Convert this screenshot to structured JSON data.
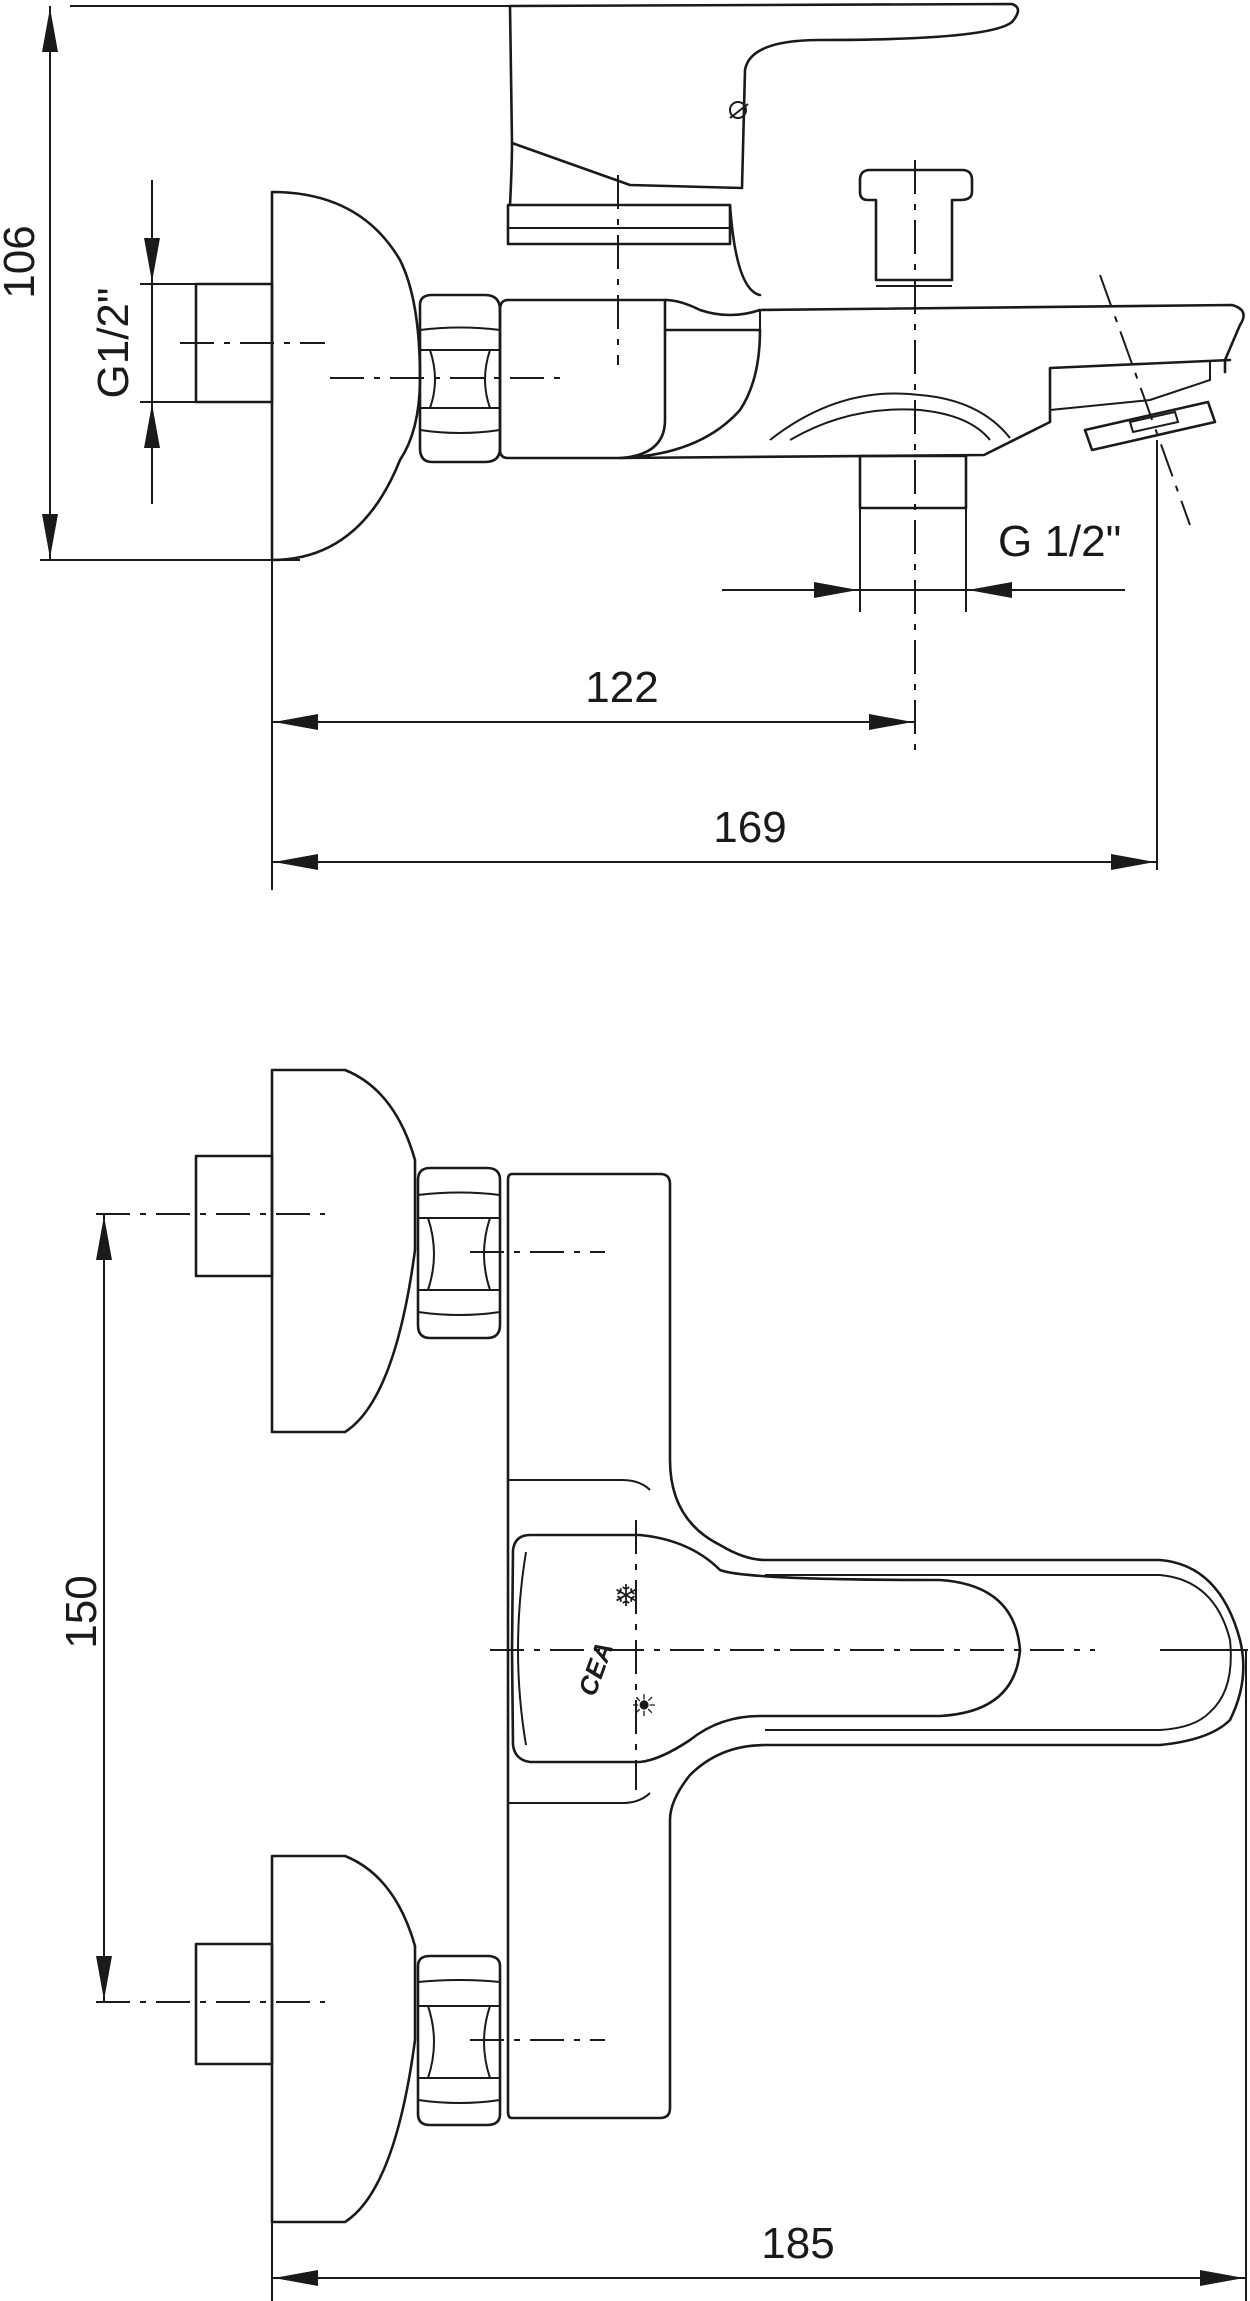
{
  "dimensions": {
    "height_total": "106",
    "thread_inlet": "G1/2\"",
    "thread_outlet": "G 1/2\"",
    "spout_center": "122",
    "spout_length": "169",
    "inlet_spacing": "150",
    "total_depth": "185"
  },
  "logo": {
    "brand": "CEA"
  },
  "symbols": {
    "cold": "❄",
    "hot": "☀"
  }
}
